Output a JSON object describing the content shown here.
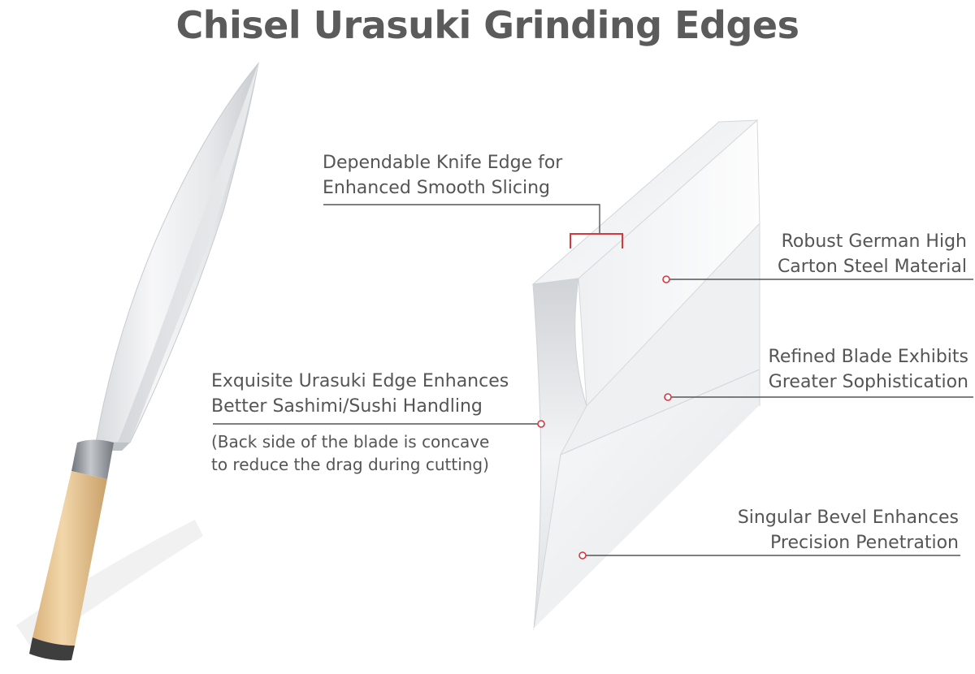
{
  "title": "Chisel Urasuki Grinding Edges",
  "colors": {
    "accent": "#d9363e",
    "text": "#555555",
    "line": "#555555",
    "handle": "#e8c898",
    "ferrule": "#8a8f96"
  },
  "callouts": {
    "edge": {
      "lines": [
        "Dependable Knife Edge for",
        "Enhanced Smooth Slicing"
      ]
    },
    "steel": {
      "lines": [
        "Robust German High",
        "Carton Steel Material"
      ]
    },
    "refined": {
      "lines": [
        "Refined Blade Exhibits",
        "Greater Sophistication"
      ]
    },
    "urasuki": {
      "lines": [
        "Exquisite Urasuki Edge Enhances",
        "Better Sashimi/Sushi Handling"
      ],
      "note_lines": [
        "(Back side of the blade is concave",
        "to reduce the drag during cutting)"
      ]
    },
    "bevel": {
      "lines": [
        "Singular Bevel Enhances",
        "Precision Penetration"
      ]
    }
  },
  "icons": [
    "knife-illustration",
    "blade-cross-section",
    "callout-dot",
    "edge-bracket"
  ]
}
